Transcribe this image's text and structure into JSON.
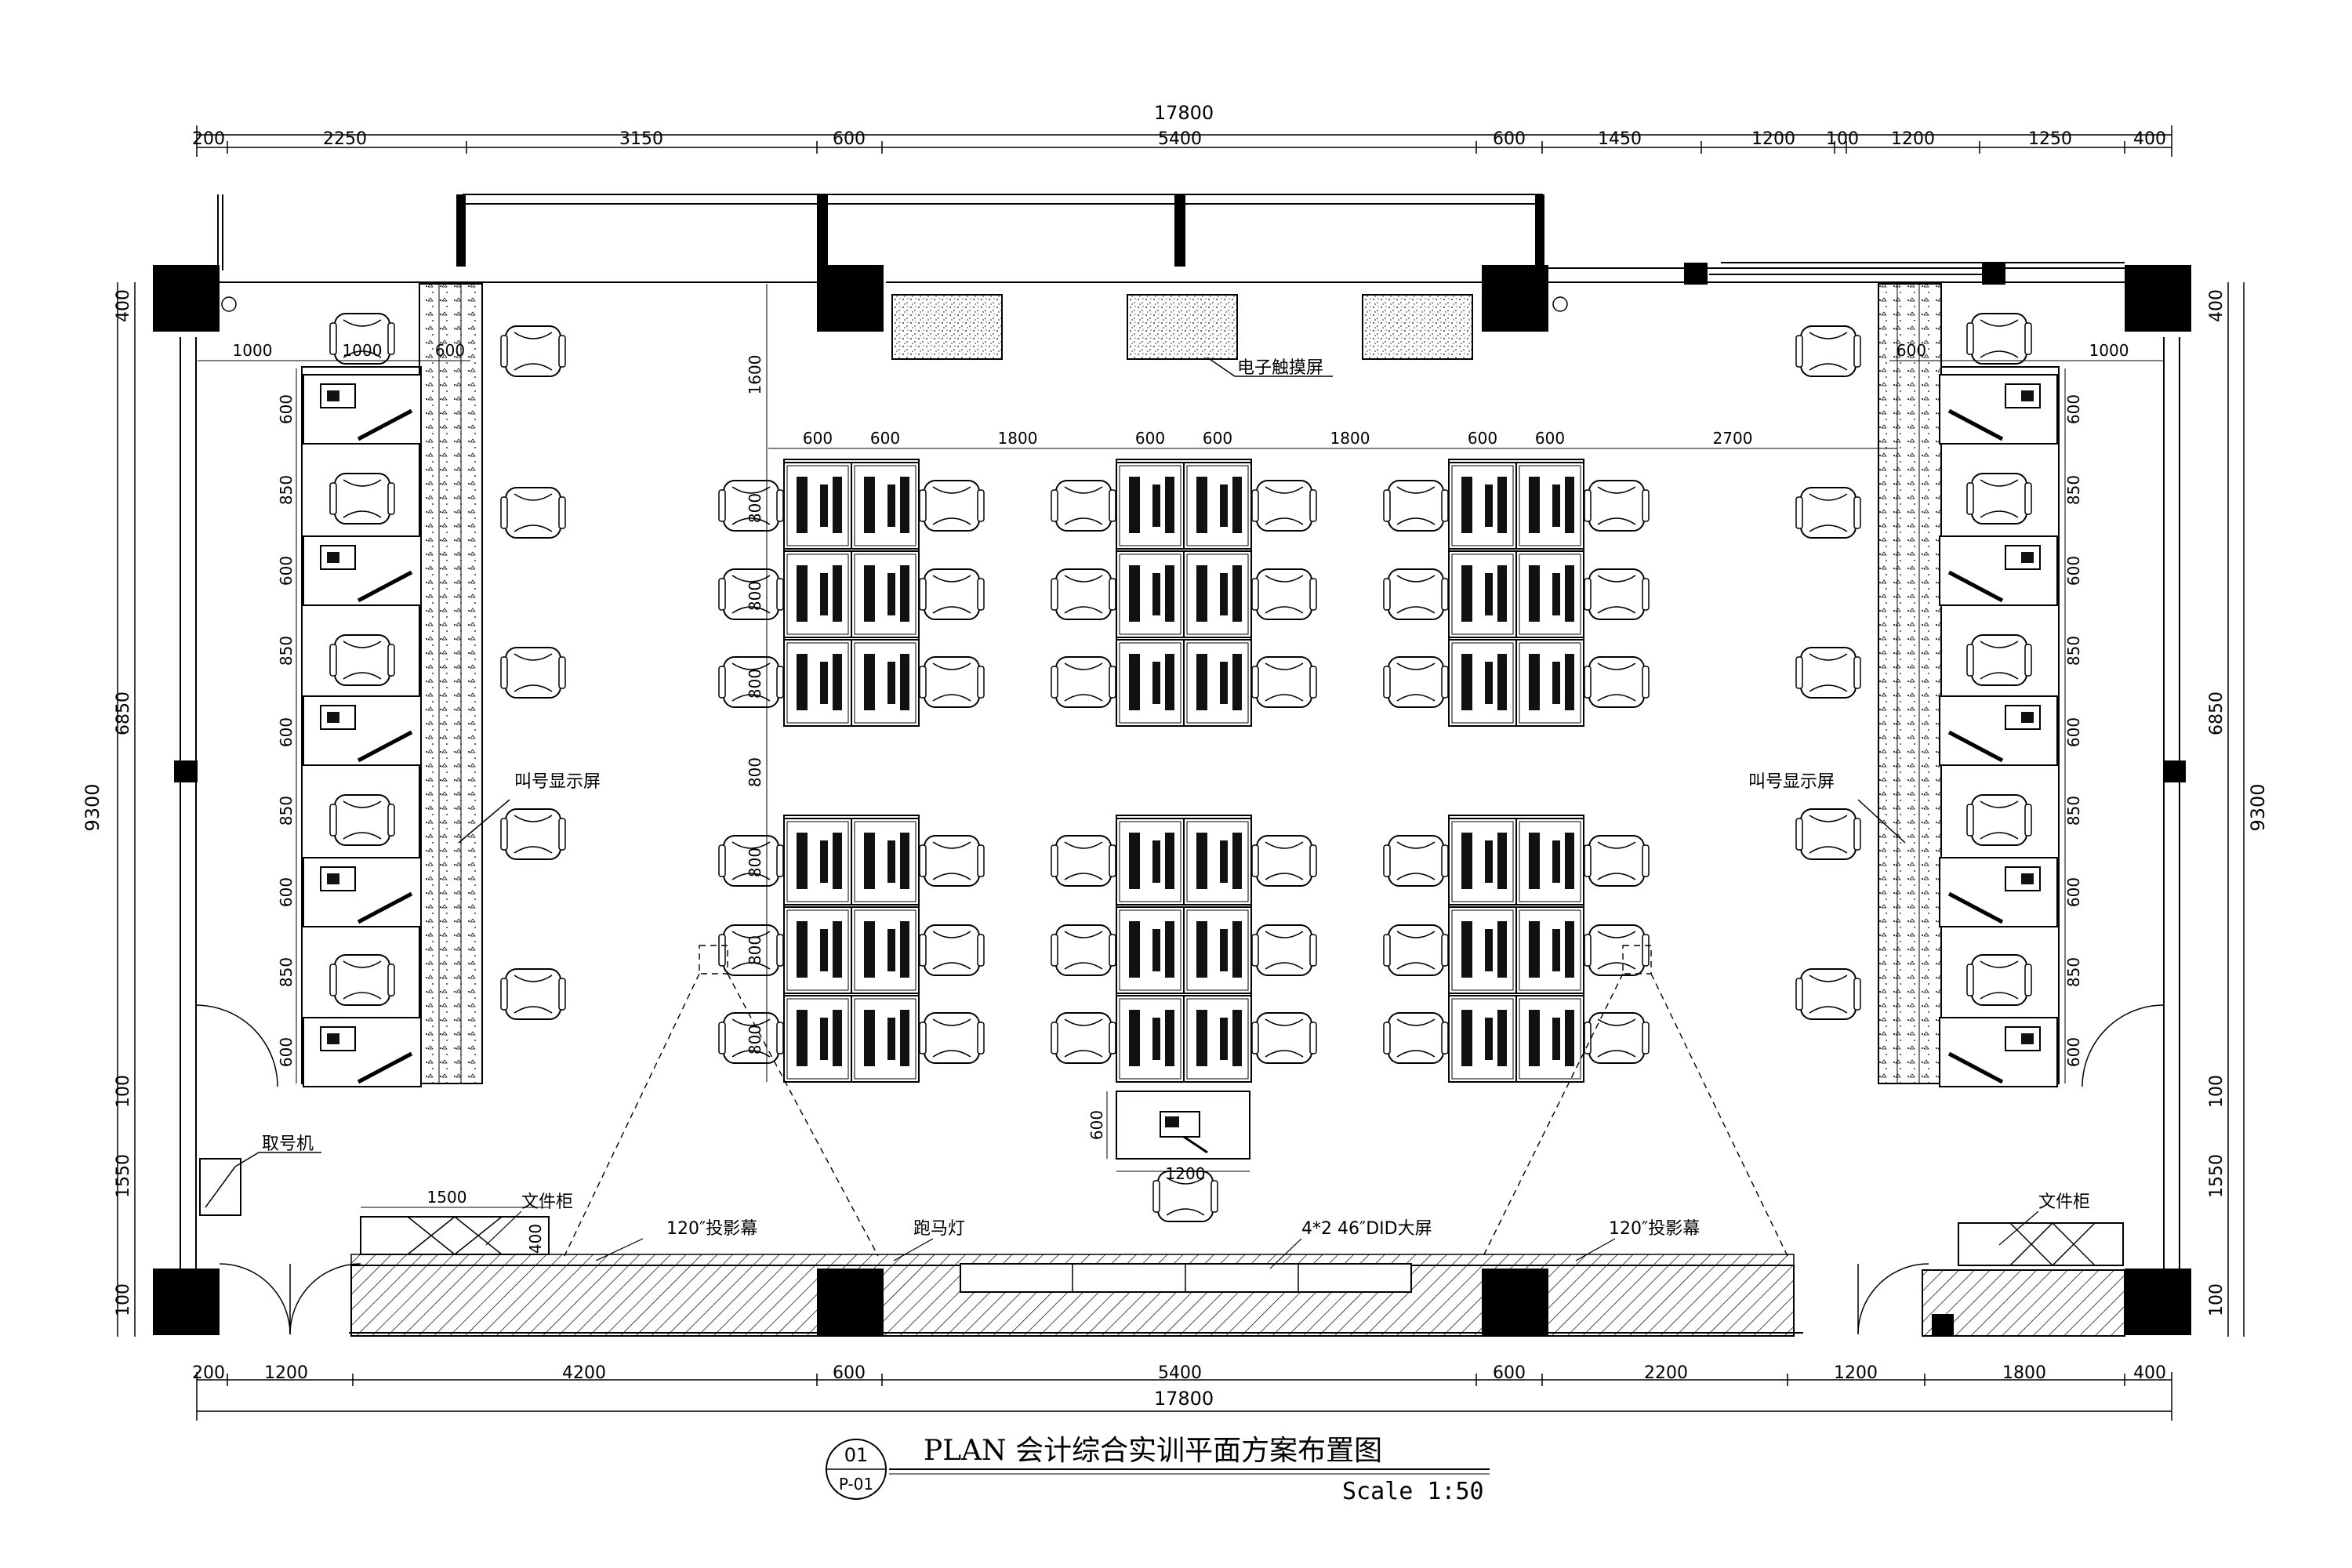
{
  "dimensions": {
    "top": {
      "total": "17800",
      "segments": [
        "200",
        "2250",
        "3150",
        "600",
        "5400",
        "600",
        "1450",
        "1200",
        "100",
        "1200",
        "1250",
        "400"
      ]
    },
    "bottom": {
      "total": "17800",
      "segments": [
        "200",
        "1200",
        "4200",
        "600",
        "5400",
        "600",
        "2200",
        "1200",
        "1800",
        "400"
      ]
    },
    "left": {
      "total": "9300",
      "sub": [
        "400",
        "6850",
        "100",
        "1550",
        "100"
      ]
    },
    "right": {
      "total": "9300",
      "sub": [
        "400",
        "6850",
        "100",
        "1550",
        "100"
      ]
    },
    "left_desk": {
      "widths": [
        "1000",
        "1000",
        "600"
      ],
      "col": [
        "600",
        "850",
        "600",
        "850",
        "600",
        "850",
        "600",
        "850",
        "600"
      ]
    },
    "right_desk": {
      "widths": [
        "600",
        "1000"
      ],
      "col": [
        "600",
        "850",
        "600",
        "850",
        "600",
        "850",
        "600",
        "850",
        "600"
      ]
    },
    "inner": {
      "row1": [
        "600",
        "600",
        "1800",
        "600",
        "600",
        "1800",
        "600",
        "600",
        "2700"
      ],
      "gap_top": "1600",
      "gap_mid": "800",
      "cell": "800",
      "podium": "600",
      "chair_w": "1200",
      "cabinet_w": "1500",
      "cabinet_h": "400"
    }
  },
  "labels": {
    "touch_screen": "电子触摸屏",
    "queue_display_left": "叫号显示屏",
    "queue_display_right": "叫号显示屏",
    "ticket_machine": "取号机",
    "file_cabinet_left": "文件柜",
    "file_cabinet_right": "文件柜",
    "projection_left": "120″投影幕",
    "projection_right": "120″投影幕",
    "led_ticker": "跑马灯",
    "big_screen": "4*2 46″DID大屏"
  },
  "title": {
    "number": "01",
    "sheet": "P-01",
    "text": "PLAN  会计综合实训平面方案布置图",
    "scale": "Scale 1:50"
  }
}
